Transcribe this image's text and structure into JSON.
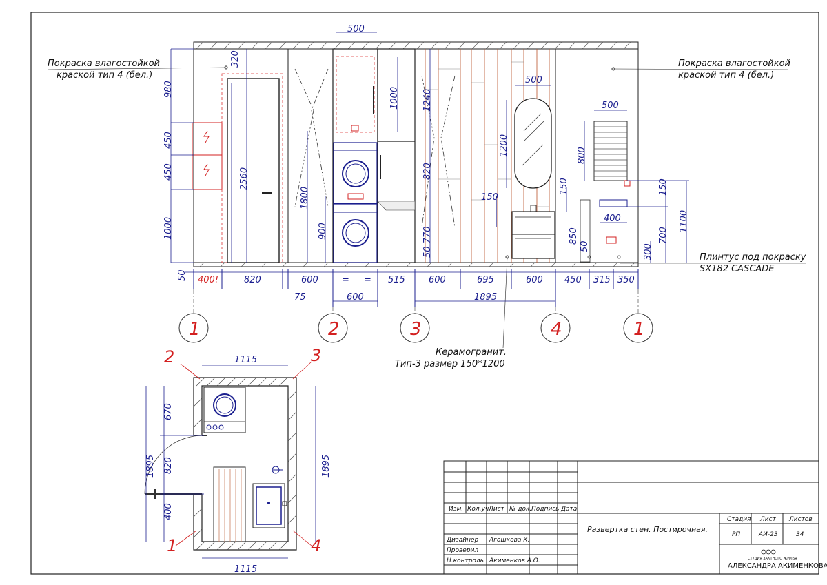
{
  "notes": {
    "paint_left_1": "Покраска влагостойкой",
    "paint_left_2": "краской тип 4 (бел.)",
    "paint_right_1": "Покраска влагостойкой",
    "paint_right_2": "краской тип 4 (бел.)",
    "plinth_1": "Плинтус под покраску",
    "plinth_2": "SX182 CASCADE",
    "tile_1": "Керамогранит.",
    "tile_2": "Тип-3 размер 150*1200"
  },
  "elevation_dims": {
    "top_500": "500",
    "d320": "320",
    "d980": "980",
    "d450a": "450",
    "d450b": "450",
    "d1000": "1000",
    "d2560": "2560",
    "d1800": "1800",
    "d900": "900",
    "d50": "50",
    "d1000b": "1000",
    "d1240": "1240",
    "d820": "820",
    "d770": "50 770",
    "mirror500": "500",
    "d1200": "1200",
    "d150": "150",
    "d150b": "150",
    "d850": "850",
    "d50b": "50",
    "towel500": "500",
    "d800": "800",
    "d400": "400",
    "d150c": "150",
    "d700": "700",
    "d1100": "1100",
    "d300": "300",
    "b400": "400!",
    "b820": "820",
    "b600": "600",
    "beq1": "=",
    "beq2": "=",
    "b515": "515",
    "b600b": "600",
    "b695": "695",
    "b600c": "600",
    "b450": "450",
    "b315": "315",
    "b350": "350",
    "b75": "75",
    "b600d": "600",
    "b1895": "1895"
  },
  "markers": [
    "1",
    "2",
    "3",
    "4",
    "1"
  ],
  "plan": {
    "top": "1115",
    "bottom": "1115",
    "left": "1895",
    "right": "1895",
    "d670": "670",
    "d820": "820",
    "d400": "400",
    "c1": "1",
    "c2": "2",
    "c3": "3",
    "c4": "4"
  },
  "title_block": {
    "headers": [
      "Изм.",
      "Кол.уч.",
      "Лист",
      "№ док.",
      "Подпись",
      "Дата"
    ],
    "designer_label": "Дизайнер",
    "designer": "Агошкова К.",
    "checked_label": "Проверил",
    "norm_label": "Н.контроль",
    "norm": "Акименков А.О.",
    "sheet_title": "Развертка стен. Постирочная.",
    "stage_h": "Стадия",
    "sheet_h": "Лист",
    "sheets_h": "Листов",
    "stage": "РП",
    "sheet": "АИ-23",
    "sheets": "34",
    "studio_1": "СТУДИЯ ЗАКТНОГО ЖИЛЬЯ",
    "studio_2": "АЛЕКСАНДРА АКИМЕНКОВА"
  }
}
